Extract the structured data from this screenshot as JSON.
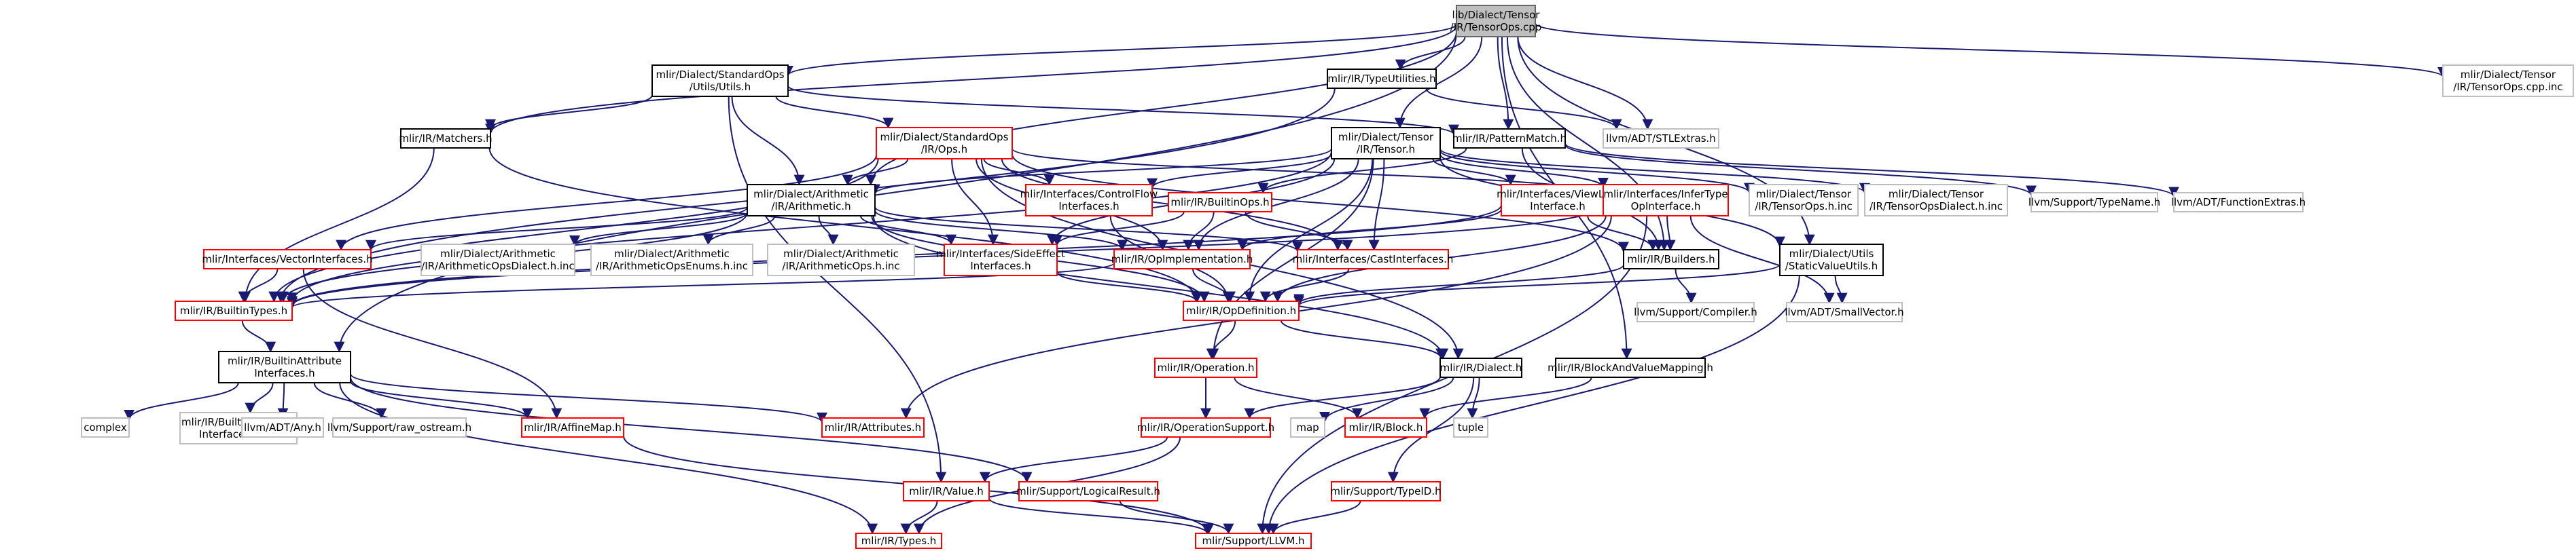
{
  "graph": {
    "colors": {
      "root_fill": "#bfbfbf",
      "edge": "#191970",
      "documented": "#000000",
      "undocumented": "#ff0000",
      "external": "#bfbfbf"
    },
    "nodes": [
      {
        "id": "root",
        "label": [
          "lib/Dialect/Tensor",
          "/IR/TensorOps.cpp"
        ],
        "kind": "root"
      },
      {
        "id": "stdutils",
        "label": [
          "mlir/Dialect/StandardOps",
          "/Utils/Utils.h"
        ],
        "kind": "doc"
      },
      {
        "id": "typeutil",
        "label": [
          "mlir/IR/TypeUtilities.h"
        ],
        "kind": "doc"
      },
      {
        "id": "tensorinc",
        "label": [
          "mlir/Dialect/Tensor",
          "/IR/TensorOps.cpp.inc"
        ],
        "kind": "ext"
      },
      {
        "id": "matchers",
        "label": [
          "mlir/IR/Matchers.h"
        ],
        "kind": "doc"
      },
      {
        "id": "stdops",
        "label": [
          "mlir/Dialect/StandardOps",
          "/IR/Ops.h"
        ],
        "kind": "red"
      },
      {
        "id": "tensorh",
        "label": [
          "mlir/Dialect/Tensor",
          "/IR/Tensor.h"
        ],
        "kind": "doc"
      },
      {
        "id": "patmatch",
        "label": [
          "mlir/IR/PatternMatch.h"
        ],
        "kind": "doc"
      },
      {
        "id": "stlextras",
        "label": [
          "llvm/ADT/STLExtras.h"
        ],
        "kind": "ext"
      },
      {
        "id": "arith",
        "label": [
          "mlir/Dialect/Arithmetic",
          "/IR/Arithmetic.h"
        ],
        "kind": "doc"
      },
      {
        "id": "ctrlflow",
        "label": [
          "mlir/Interfaces/ControlFlow",
          "Interfaces.h"
        ],
        "kind": "red"
      },
      {
        "id": "builtinops",
        "label": [
          "mlir/IR/BuiltinOps.h"
        ],
        "kind": "red"
      },
      {
        "id": "viewlike",
        "label": [
          "mlir/Interfaces/ViewLike",
          "Interface.h"
        ],
        "kind": "red"
      },
      {
        "id": "infertype",
        "label": [
          "mlir/Interfaces/InferType",
          "OpInterface.h"
        ],
        "kind": "red"
      },
      {
        "id": "tensoropsh",
        "label": [
          "mlir/Dialect/Tensor",
          "/IR/TensorOps.h.inc"
        ],
        "kind": "ext"
      },
      {
        "id": "tensordiainc",
        "label": [
          "mlir/Dialect/Tensor",
          "/IR/TensorOpsDialect.h.inc"
        ],
        "kind": "ext"
      },
      {
        "id": "typename",
        "label": [
          "llvm/Support/TypeName.h"
        ],
        "kind": "ext"
      },
      {
        "id": "funcextras",
        "label": [
          "llvm/ADT/FunctionExtras.h"
        ],
        "kind": "ext"
      },
      {
        "id": "vecif",
        "label": [
          "mlir/Interfaces/VectorInterfaces.h"
        ],
        "kind": "red"
      },
      {
        "id": "aridia",
        "label": [
          "mlir/Dialect/Arithmetic",
          "/IR/ArithmeticOpsDialect.h.inc"
        ],
        "kind": "ext"
      },
      {
        "id": "arienum",
        "label": [
          "mlir/Dialect/Arithmetic",
          "/IR/ArithmeticOpsEnums.h.inc"
        ],
        "kind": "ext"
      },
      {
        "id": "ariops",
        "label": [
          "mlir/Dialect/Arithmetic",
          "/IR/ArithmeticOps.h.inc"
        ],
        "kind": "ext"
      },
      {
        "id": "sideeff",
        "label": [
          "mlir/Interfaces/SideEffect",
          "Interfaces.h"
        ],
        "kind": "red"
      },
      {
        "id": "opimpl",
        "label": [
          "mlir/IR/OpImplementation.h"
        ],
        "kind": "red"
      },
      {
        "id": "castif",
        "label": [
          "mlir/Interfaces/CastInterfaces.h"
        ],
        "kind": "red"
      },
      {
        "id": "builders",
        "label": [
          "mlir/IR/Builders.h"
        ],
        "kind": "doc"
      },
      {
        "id": "staticval",
        "label": [
          "mlir/Dialect/Utils",
          "/StaticValueUtils.h"
        ],
        "kind": "doc"
      },
      {
        "id": "builtintypes",
        "label": [
          "mlir/IR/BuiltinTypes.h"
        ],
        "kind": "red"
      },
      {
        "id": "opdef",
        "label": [
          "mlir/IR/OpDefinition.h"
        ],
        "kind": "red"
      },
      {
        "id": "compiler",
        "label": [
          "llvm/Support/Compiler.h"
        ],
        "kind": "ext"
      },
      {
        "id": "smallvec",
        "label": [
          "llvm/ADT/SmallVector.h"
        ],
        "kind": "ext"
      },
      {
        "id": "battrif",
        "label": [
          "mlir/IR/BuiltinAttribute",
          "Interfaces.h"
        ],
        "kind": "doc"
      },
      {
        "id": "operation",
        "label": [
          "mlir/IR/Operation.h"
        ],
        "kind": "red"
      },
      {
        "id": "dialect",
        "label": [
          "mlir/IR/Dialect.h"
        ],
        "kind": "doc"
      },
      {
        "id": "bvmap",
        "label": [
          "mlir/IR/BlockAndValueMapping.h"
        ],
        "kind": "doc"
      },
      {
        "id": "complex",
        "label": [
          "complex"
        ],
        "kind": "ext"
      },
      {
        "id": "battrinc",
        "label": [
          "mlir/IR/BuiltinAttribute",
          "Interfaces.h.inc"
        ],
        "kind": "ext"
      },
      {
        "id": "anyh",
        "label": [
          "llvm/ADT/Any.h"
        ],
        "kind": "ext"
      },
      {
        "id": "rawos",
        "label": [
          "llvm/Support/raw_ostream.h"
        ],
        "kind": "ext"
      },
      {
        "id": "affine",
        "label": [
          "mlir/IR/AffineMap.h"
        ],
        "kind": "red"
      },
      {
        "id": "attrs",
        "label": [
          "mlir/IR/Attributes.h"
        ],
        "kind": "red"
      },
      {
        "id": "opsupport",
        "label": [
          "mlir/IR/OperationSupport.h"
        ],
        "kind": "red"
      },
      {
        "id": "map",
        "label": [
          "map"
        ],
        "kind": "ext"
      },
      {
        "id": "block",
        "label": [
          "mlir/IR/Block.h"
        ],
        "kind": "red"
      },
      {
        "id": "tuple",
        "label": [
          "tuple"
        ],
        "kind": "ext"
      },
      {
        "id": "value",
        "label": [
          "mlir/IR/Value.h"
        ],
        "kind": "red"
      },
      {
        "id": "logres",
        "label": [
          "mlir/Support/LogicalResult.h"
        ],
        "kind": "red"
      },
      {
        "id": "typeid",
        "label": [
          "mlir/Support/TypeID.h"
        ],
        "kind": "red"
      },
      {
        "id": "types",
        "label": [
          "mlir/IR/Types.h"
        ],
        "kind": "red"
      },
      {
        "id": "llvmh",
        "label": [
          "mlir/Support/LLVM.h"
        ],
        "kind": "red"
      }
    ],
    "edges": [
      [
        "root",
        "stdutils"
      ],
      [
        "root",
        "typeutil"
      ],
      [
        "root",
        "tensorinc"
      ],
      [
        "root",
        "matchers"
      ],
      [
        "root",
        "tensorh"
      ],
      [
        "root",
        "patmatch"
      ],
      [
        "root",
        "stlextras"
      ],
      [
        "root",
        "arith"
      ],
      [
        "root",
        "builders"
      ],
      [
        "root",
        "staticval"
      ],
      [
        "root",
        "battrif"
      ],
      [
        "root",
        "bvmap"
      ],
      [
        "stdutils",
        "matchers"
      ],
      [
        "stdutils",
        "stdops"
      ],
      [
        "stdutils",
        "arith"
      ],
      [
        "stdutils",
        "patmatch"
      ],
      [
        "stdutils",
        "value"
      ],
      [
        "typeutil",
        "stlextras"
      ],
      [
        "typeutil",
        "builtintypes"
      ],
      [
        "matchers",
        "builtintypes"
      ],
      [
        "matchers",
        "opdef"
      ],
      [
        "stdops",
        "arith"
      ],
      [
        "stdops",
        "ctrlflow"
      ],
      [
        "stdops",
        "vecif"
      ],
      [
        "stdops",
        "sideeff"
      ],
      [
        "stdops",
        "castif"
      ],
      [
        "stdops",
        "opimpl"
      ],
      [
        "stdops",
        "builtintypes"
      ],
      [
        "stdops",
        "dialect"
      ],
      [
        "stdops",
        "infertype"
      ],
      [
        "stdops",
        "builders"
      ],
      [
        "tensorh",
        "arith"
      ],
      [
        "tensorh",
        "ctrlflow"
      ],
      [
        "tensorh",
        "viewlike"
      ],
      [
        "tensorh",
        "infertype"
      ],
      [
        "tensorh",
        "tensoropsh"
      ],
      [
        "tensorh",
        "tensordiainc"
      ],
      [
        "tensorh",
        "castif"
      ],
      [
        "tensorh",
        "sideeff"
      ],
      [
        "tensorh",
        "opimpl"
      ],
      [
        "tensorh",
        "opdef"
      ],
      [
        "tensorh",
        "builtintypes"
      ],
      [
        "tensorh",
        "staticval"
      ],
      [
        "tensorh",
        "operation"
      ],
      [
        "patmatch",
        "builtinops"
      ],
      [
        "patmatch",
        "typename"
      ],
      [
        "patmatch",
        "funcextras"
      ],
      [
        "patmatch",
        "builders"
      ],
      [
        "arith",
        "vecif"
      ],
      [
        "arith",
        "aridia"
      ],
      [
        "arith",
        "arienum"
      ],
      [
        "arith",
        "ariops"
      ],
      [
        "arith",
        "sideeff"
      ],
      [
        "arith",
        "castif"
      ],
      [
        "arith",
        "opimpl"
      ],
      [
        "arith",
        "builtintypes"
      ],
      [
        "arith",
        "opdef"
      ],
      [
        "arith",
        "dialect"
      ],
      [
        "ctrlflow",
        "opdef"
      ],
      [
        "builtinops",
        "sideeff"
      ],
      [
        "builtinops",
        "opimpl"
      ],
      [
        "builtinops",
        "castif"
      ],
      [
        "viewlike",
        "opimpl"
      ],
      [
        "viewlike",
        "builders"
      ],
      [
        "viewlike",
        "builtintypes"
      ],
      [
        "infertype",
        "builders"
      ],
      [
        "infertype",
        "builtintypes"
      ],
      [
        "infertype",
        "opdef"
      ],
      [
        "infertype",
        "smallvec"
      ],
      [
        "infertype",
        "llvmh"
      ],
      [
        "infertype",
        "attrs"
      ],
      [
        "vecif",
        "builtintypes"
      ],
      [
        "vecif",
        "affine"
      ],
      [
        "sideeff",
        "opdef"
      ],
      [
        "opimpl",
        "opdef"
      ],
      [
        "opimpl",
        "builtintypes"
      ],
      [
        "castif",
        "opdef"
      ],
      [
        "builders",
        "opdef"
      ],
      [
        "builders",
        "compiler"
      ],
      [
        "staticval",
        "smallvec"
      ],
      [
        "staticval",
        "opdef"
      ],
      [
        "staticval",
        "llvmh"
      ],
      [
        "builtintypes",
        "battrif"
      ],
      [
        "opdef",
        "operation"
      ],
      [
        "opdef",
        "dialect"
      ],
      [
        "battrif",
        "complex"
      ],
      [
        "battrif",
        "battrinc"
      ],
      [
        "battrif",
        "anyh"
      ],
      [
        "battrif",
        "rawos"
      ],
      [
        "battrif",
        "affine"
      ],
      [
        "battrif",
        "attrs"
      ],
      [
        "battrif",
        "types"
      ],
      [
        "battrif",
        "logres"
      ],
      [
        "operation",
        "opsupport"
      ],
      [
        "operation",
        "block"
      ],
      [
        "dialect",
        "opsupport"
      ],
      [
        "dialect",
        "map"
      ],
      [
        "dialect",
        "tuple"
      ],
      [
        "dialect",
        "typeid"
      ],
      [
        "bvmap",
        "block"
      ],
      [
        "affine",
        "llvmh"
      ],
      [
        "opsupport",
        "value"
      ],
      [
        "opsupport",
        "types"
      ],
      [
        "value",
        "types"
      ],
      [
        "value",
        "llvmh"
      ],
      [
        "logres",
        "llvmh"
      ],
      [
        "typeid",
        "llvmh"
      ]
    ]
  }
}
